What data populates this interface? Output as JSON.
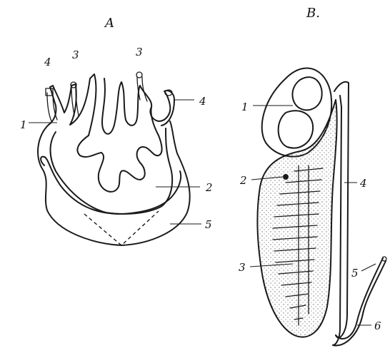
{
  "figure_a": {
    "title": "A",
    "labels": [
      "1",
      "2",
      "3",
      "3",
      "4",
      "4",
      "5"
    ]
  },
  "figure_b": {
    "title": "B.",
    "labels": [
      "1",
      "2",
      "3",
      "4",
      "5",
      "6"
    ]
  },
  "colors": {
    "ink": "#1a1a1a",
    "stipple": "#6e6e6e",
    "background": "#ffffff"
  }
}
